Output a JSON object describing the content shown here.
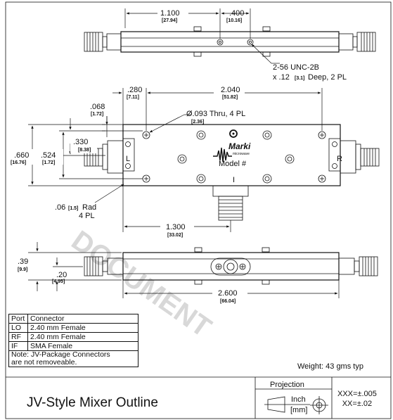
{
  "title_block": {
    "title": "JV-Style Mixer Outline",
    "projection_label": "Projection",
    "projection_unit_top": "Inch",
    "projection_unit_bottom": "[mm]",
    "tolerance_3": "XXX=±.005",
    "tolerance_2": "XX=±.02"
  },
  "weight": "Weight: 43 gms typ",
  "port_table": {
    "headers": [
      "Port",
      "Connector"
    ],
    "rows": [
      {
        "port": "LO",
        "connector": "2.40 mm Female"
      },
      {
        "port": "RF",
        "connector": "2.40 mm Female"
      },
      {
        "port": "IF",
        "connector": "SMA Female"
      }
    ],
    "note_line1": "Note: JV-Package Connectors",
    "note_line2": "are not removeable."
  },
  "top_view": {
    "dim_mount_spacing": "1.100",
    "dim_mount_spacing_mm": "[27.94]",
    "dim_hole_offset": ".400",
    "dim_hole_offset_mm": "[10.16]",
    "thread_callout_1": "2-56 UNC-2B",
    "thread_callout_2a": "x .12",
    "thread_callout_2b": "[3.1]",
    "thread_callout_2c": "Deep, 2 PL"
  },
  "front_view": {
    "dim_hole_inset": ".280",
    "dim_hole_inset_mm": "[7.11]",
    "dim_hole_spacing": "2.040",
    "dim_hole_spacing_mm": "[51.82]",
    "dim_edge": ".068",
    "dim_edge_mm": "[1.72]",
    "dim_330": ".330",
    "dim_330_mm": "[8.38]",
    "dim_660": ".660",
    "dim_660_mm": "[16.76]",
    "dim_524": ".524",
    "dim_524_mm": "[1.72]",
    "hole_callout": "Ø.093 Thru, 4 PL",
    "hole_callout_mm": "[2.36]",
    "radius_callout_a": ".06",
    "radius_callout_b": "[1.5]",
    "radius_callout_c": "Rad",
    "radius_callout_2": "4 PL",
    "dim_if_offset": "1.300",
    "dim_if_offset_mm": "[33.02]",
    "brand_name": "Marki",
    "brand_sub": "microwave",
    "model_label": "Model #",
    "port_L": "L",
    "port_R": "R",
    "port_I": "I"
  },
  "side_view": {
    "dim_height": ".39",
    "dim_height_mm": "[9.9]",
    "dim_half": ".20",
    "dim_half_mm": "[4.95]",
    "dim_length": "2.600",
    "dim_length_mm": "[66.04]"
  },
  "watermark": "DOCUMENT"
}
